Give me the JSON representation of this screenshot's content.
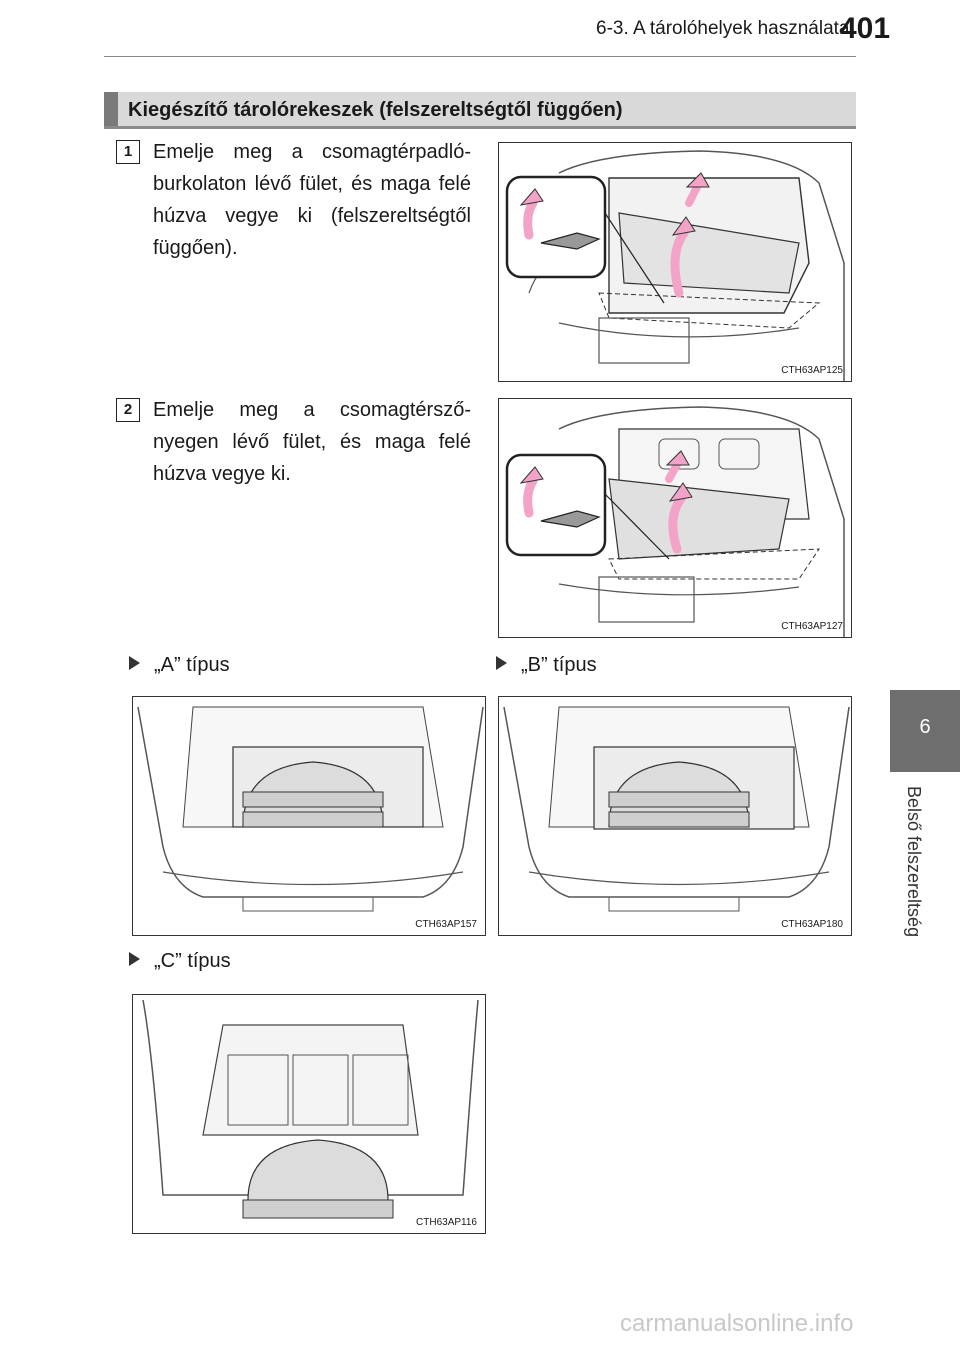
{
  "header": {
    "title": "6-3. A tárolóhelyek használata",
    "page": "401"
  },
  "section": {
    "title": "Kiegészítő tárolórekeszek (felszereltségtől függően)"
  },
  "steps": [
    {
      "num": "1",
      "text": "Emelje meg a csomagtérpadló-burkolaton lévő fület, és maga felé húzva vegye ki (felszereltségtől függően).",
      "figure_code": "CTH63AP125"
    },
    {
      "num": "2",
      "text": "Emelje meg a csomagtérsző-nyegen lévő fület, és maga felé húzva vegye ki.",
      "figure_code": "CTH63AP127"
    }
  ],
  "types": [
    {
      "label": "„A” típus",
      "figure_code": "CTH63AP157"
    },
    {
      "label": "„B” típus",
      "figure_code": "CTH63AP180"
    },
    {
      "label": "„C” típus",
      "figure_code": "CTH63AP116"
    }
  ],
  "side_tab": {
    "number": "6",
    "label": "Belső felszereltség"
  },
  "watermark": "carmanualsonline.info",
  "colors": {
    "section_bar": "#d9d9d9",
    "side_tab": "#6e6e6e",
    "arrow_pink": "#f3a3c8"
  }
}
